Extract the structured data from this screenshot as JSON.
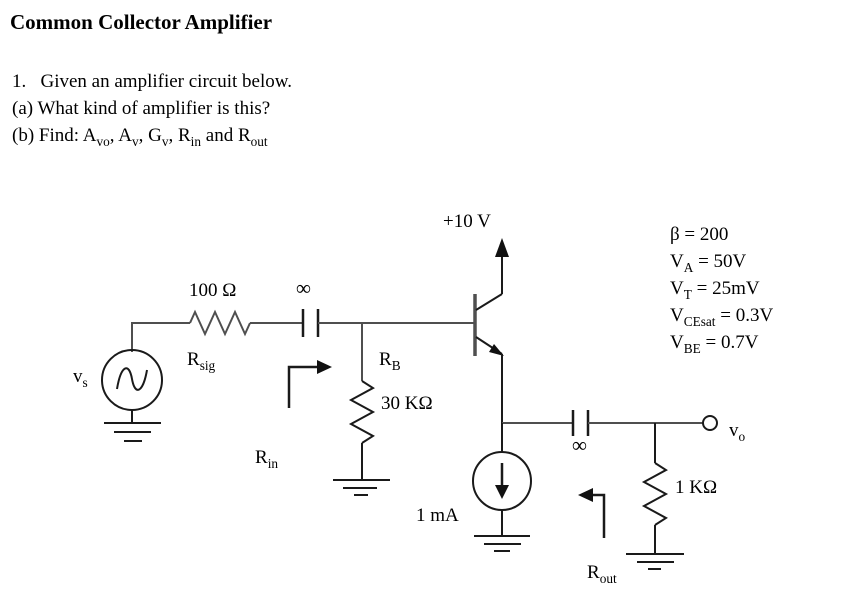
{
  "header": {
    "title": "Common Collector Amplifier",
    "lines": [
      {
        "segments": [
          {
            "t": "1.   Given an amplifier circuit below."
          }
        ]
      },
      {
        "segments": [
          {
            "t": "(a) What kind of amplifier is this?"
          }
        ]
      },
      {
        "segments": [
          {
            "t": "(b) Find: A"
          },
          {
            "t": "vo",
            "sub": true
          },
          {
            "t": ", A"
          },
          {
            "t": "v",
            "sub": true
          },
          {
            "t": ", G"
          },
          {
            "t": "v",
            "sub": true
          },
          {
            "t": ", R"
          },
          {
            "t": "in",
            "sub": true
          },
          {
            "t": " and R"
          },
          {
            "t": "out",
            "sub": true
          }
        ]
      }
    ]
  },
  "parameters": [
    {
      "segments": [
        {
          "t": "β = 200"
        }
      ]
    },
    {
      "segments": [
        {
          "t": "V"
        },
        {
          "t": "A",
          "sub": true
        },
        {
          "t": " = 50V"
        }
      ]
    },
    {
      "segments": [
        {
          "t": "V"
        },
        {
          "t": "T",
          "sub": true
        },
        {
          "t": " = 25mV"
        }
      ]
    },
    {
      "segments": [
        {
          "t": "V"
        },
        {
          "t": "CEsat",
          "sub": true
        },
        {
          "t": " = 0.3V"
        }
      ]
    },
    {
      "segments": [
        {
          "t": "V"
        },
        {
          "t": "BE",
          "sub": true
        },
        {
          "t": " = 0.7V"
        }
      ]
    }
  ],
  "circuit": {
    "labels": {
      "supply": "+10 V",
      "rsig_value": "100 Ω",
      "cap_in": "∞",
      "cap_out": "∞",
      "rb_value": "30 KΩ",
      "bias_current": "1 mA",
      "rl_value": "1 KΩ"
    },
    "rich_labels": {
      "rsig_name": [
        {
          "t": "R"
        },
        {
          "t": "sig",
          "sub": true
        }
      ],
      "rb_name": [
        {
          "t": "R"
        },
        {
          "t": "B",
          "sub": true
        }
      ],
      "rin_name": [
        {
          "t": "R"
        },
        {
          "t": "in",
          "sub": true
        }
      ],
      "rout_name": [
        {
          "t": "R"
        },
        {
          "t": "out",
          "sub": true
        }
      ],
      "source_name": [
        {
          "t": "v"
        },
        {
          "t": "s",
          "sub": true
        }
      ],
      "output_name": [
        {
          "t": "v"
        },
        {
          "t": "o",
          "sub": true
        }
      ]
    },
    "colors": {
      "ink": "#1a1a1a",
      "wire": "#4f4f4f"
    }
  }
}
